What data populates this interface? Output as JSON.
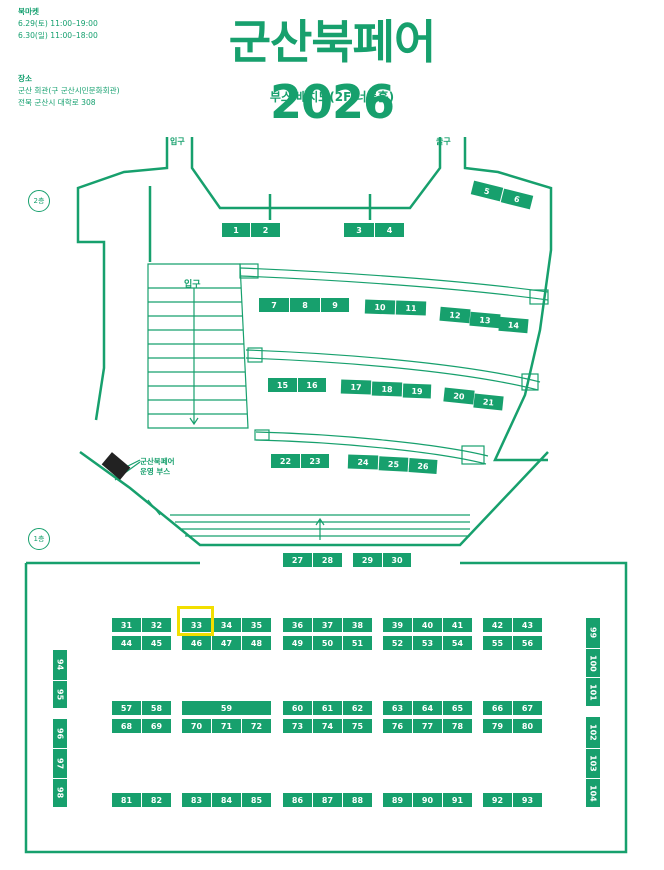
{
  "info": {
    "market_heading": "북마켓",
    "date1": "6.29(토) 11:00–19:00",
    "date2": "6.30(일) 11:00–18:00",
    "venue_heading": "장소",
    "venue1": "군산 회관(구 군산시민문화회관)",
    "venue2": "전북 군산시 대학로 308"
  },
  "title": "군산북페어 2026",
  "subtitle": "부스 배치도(2F 너른홀)",
  "labels": {
    "entrance_top": "입구",
    "exit_top": "출구",
    "entrance_stairs": "입구",
    "floor2": "2층",
    "floor1": "1층",
    "ops_booth_line1": "군산북페어",
    "ops_booth_line2": "운영 부스"
  },
  "booths": {
    "b1": "1",
    "b2": "2",
    "b3": "3",
    "b4": "4",
    "b5": "5",
    "b6": "6",
    "b7": "7",
    "b8": "8",
    "b9": "9",
    "b10": "10",
    "b11": "11",
    "b12": "12",
    "b13": "13",
    "b14": "14",
    "b15": "15",
    "b16": "16",
    "b17": "17",
    "b18": "18",
    "b19": "19",
    "b20": "20",
    "b21": "21",
    "b22": "22",
    "b23": "23",
    "b24": "24",
    "b25": "25",
    "b26": "26",
    "b27": "27",
    "b28": "28",
    "b29": "29",
    "b30": "30",
    "b31": "31",
    "b32": "32",
    "b33": "33",
    "b34": "34",
    "b35": "35",
    "b36": "36",
    "b37": "37",
    "b38": "38",
    "b39": "39",
    "b40": "40",
    "b41": "41",
    "b42": "42",
    "b43": "43",
    "b44": "44",
    "b45": "45",
    "b46": "46",
    "b47": "47",
    "b48": "48",
    "b49": "49",
    "b50": "50",
    "b51": "51",
    "b52": "52",
    "b53": "53",
    "b54": "54",
    "b55": "55",
    "b56": "56",
    "b57": "57",
    "b58": "58",
    "b59": "59",
    "b60": "60",
    "b61": "61",
    "b62": "62",
    "b63": "63",
    "b64": "64",
    "b65": "65",
    "b66": "66",
    "b67": "67",
    "b68": "68",
    "b69": "69",
    "b70": "70",
    "b71": "71",
    "b72": "72",
    "b73": "73",
    "b74": "74",
    "b75": "75",
    "b76": "76",
    "b77": "77",
    "b78": "78",
    "b79": "79",
    "b80": "80",
    "b81": "81",
    "b82": "82",
    "b83": "83",
    "b84": "84",
    "b85": "85",
    "b86": "86",
    "b87": "87",
    "b88": "88",
    "b89": "89",
    "b90": "90",
    "b91": "91",
    "b92": "92",
    "b93": "93",
    "b94": "94",
    "b95": "95",
    "b96": "96",
    "b97": "97",
    "b98": "98",
    "b99": "99",
    "b100": "100",
    "b101": "101",
    "b102": "102",
    "b103": "103",
    "b104": "104"
  },
  "highlighted_booth": "33",
  "colors": {
    "accent": "#17a06d",
    "highlight": "#f2df00"
  }
}
